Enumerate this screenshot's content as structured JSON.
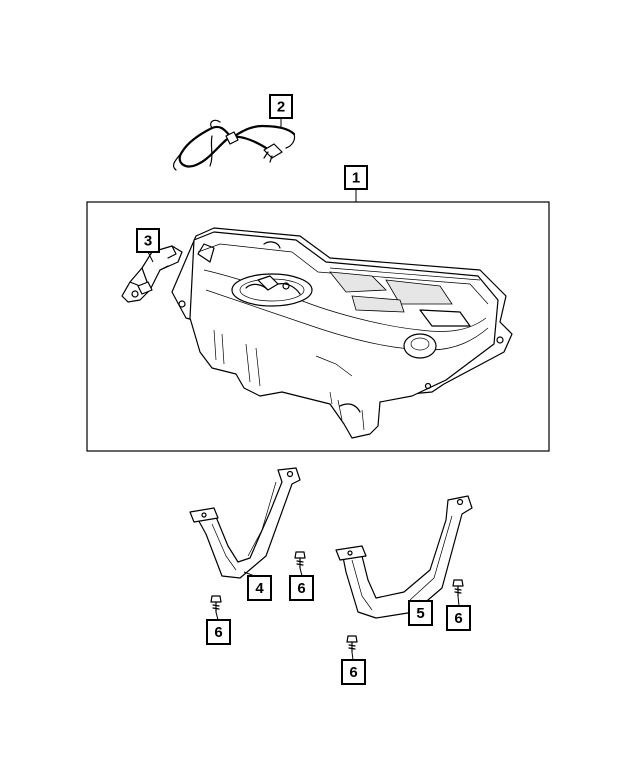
{
  "callouts": {
    "c1": "1",
    "c2": "2",
    "c3": "3",
    "c4": "4",
    "c5": "5",
    "c6a": "6",
    "c6b": "6",
    "c6c": "6",
    "c6d": "6"
  }
}
